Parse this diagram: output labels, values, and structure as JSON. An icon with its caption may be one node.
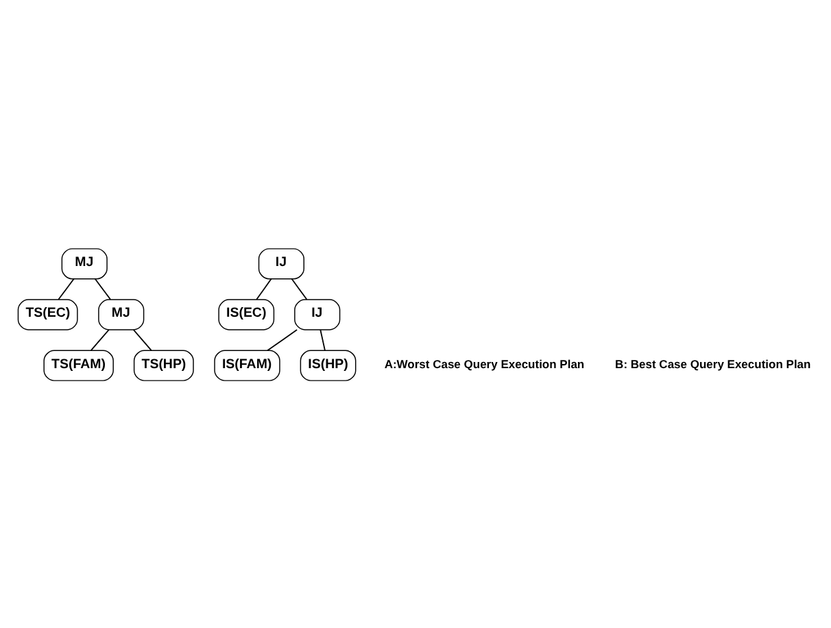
{
  "diagram": {
    "nodes": [
      {
        "text": [
          "MJ"
        ]
      },
      {
        "text": [
          "TS(EC)"
        ]
      },
      {
        "text": [
          "MJ"
        ]
      },
      {
        "text": [
          "TS(FAM)"
        ]
      },
      {
        "text": [
          "TS(HP)"
        ]
      },
      {
        "text": [
          "IJ"
        ]
      },
      {
        "text": [
          "IS(EC)"
        ]
      },
      {
        "text": [
          "IJ"
        ]
      },
      {
        "text": [
          "IS(FAM)"
        ]
      },
      {
        "text": [
          "IS(HP)"
        ]
      }
    ],
    "edges": [
      {
        "from": 0,
        "to": 1,
        "arrow": "none"
      },
      {
        "from": 0,
        "to": 2,
        "arrow": "none"
      },
      {
        "from": 2,
        "to": 3,
        "arrow": "none"
      },
      {
        "from": 2,
        "to": 4,
        "arrow": "none"
      },
      {
        "from": 5,
        "to": 6,
        "arrow": "none"
      },
      {
        "from": 5,
        "to": 7,
        "arrow": "none"
      },
      {
        "from": 7,
        "to": 8,
        "arrow": "none"
      },
      {
        "from": 7,
        "to": 9,
        "arrow": "none"
      }
    ],
    "labels": [
      "A:Worst Case Query Execution Plan",
      "B: Best Case Query Execution Plan"
    ]
  }
}
